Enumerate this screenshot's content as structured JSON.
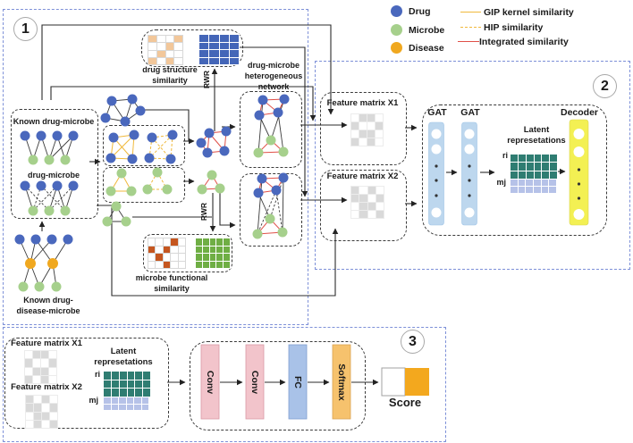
{
  "legend": {
    "nodes": [
      {
        "label": "Drug",
        "color": "#4a68bd"
      },
      {
        "label": "Microbe",
        "color": "#a6d08c"
      },
      {
        "label": "Disease",
        "color": "#f0a81f"
      }
    ],
    "edges": [
      {
        "label": "GIP kernel similarity",
        "color": "#f0b93c",
        "style": "solid"
      },
      {
        "label": "HIP similarity",
        "color": "#f0b93c",
        "style": "dashed"
      },
      {
        "label": "Integrated similarity",
        "color": "#e05048",
        "style": "solid"
      }
    ]
  },
  "sections": {
    "s1": "1",
    "s2": "2",
    "s3": "3"
  },
  "section1": {
    "known_drug_microbe": "Known drug-microbe",
    "drug_microbe": "drug-microbe",
    "kddm_line1": "Known drug-",
    "kddm_line2": "disease-microbe",
    "dss_line1": "drug structure",
    "dss_line2": "similarity",
    "hetnet_line1": "drug-microbe",
    "hetnet_line2": "heterogeneous",
    "hetnet_line3": "network",
    "mfs_line1": "microbe functional",
    "mfs_line2": "similarity",
    "rwr_top": "RWR",
    "rwr_bottom": "RWR"
  },
  "section2": {
    "feature_matrix_x1": "Feature matrix X1",
    "feature_matrix_x2": "Feature matrix X2",
    "gat1": "GAT",
    "gat2": "GAT",
    "latent_line1": "Latent",
    "latent_line2": "represetations",
    "ri": "ri",
    "mj": "mj",
    "decoder": "Decoder"
  },
  "section3": {
    "feature_matrix_x1": "Feature matrix X1",
    "feature_matrix_x2": "Feature matrix X2",
    "latent_line1": "Latent",
    "latent_line2": "represetations",
    "ri": "ri",
    "mj": "mj",
    "conv1": "Conv",
    "conv2": "Conv",
    "fc": "FC",
    "softmax": "Softmax",
    "score": "Score"
  },
  "colors": {
    "drug_node": "#4a68bd",
    "microbe_node": "#a6d08c",
    "disease_node": "#f0a81f",
    "gip_edge": "#f0b93c",
    "integrated_edge": "#e05048",
    "section_border": "#7d90d8",
    "gat_bar": "#bdd7ee",
    "decoder_bar": "#f3f053",
    "conv_bar": "#f2c4cb",
    "fc_bar": "#a9c2e8",
    "softmax_bar": "#f6c26d",
    "score_fill": "#f3a81e",
    "latent_ri": "#2f7d72",
    "latent_mj": "#b6c2e8",
    "feature_cell": "#d9d9d9",
    "structure_cell": "#f2c79a",
    "functional_cell": "#c5561f",
    "drug_rwr_matrix": "#4466b8",
    "microbe_rwr_matrix": "#6fae44"
  },
  "matrices": {
    "drug_structure": {
      "rows": 4,
      "cols": 4,
      "on": "#f2c79a",
      "off": "#ffffff",
      "line": "#d8d8d8",
      "pattern": [
        [
          1,
          0,
          0,
          1
        ],
        [
          0,
          0,
          1,
          0
        ],
        [
          0,
          1,
          0,
          0
        ],
        [
          1,
          0,
          1,
          0
        ]
      ]
    },
    "drug_rwr": {
      "rows": 4,
      "cols": 4,
      "on": "#4466b8",
      "off": "#4466b8",
      "line": "#ffffff"
    },
    "microbe_functional": {
      "rows": 4,
      "cols": 5,
      "on": "#c5561f",
      "off": "#ffffff",
      "line": "#d8d8d8",
      "pattern": [
        [
          0,
          0,
          0,
          1,
          0
        ],
        [
          1,
          0,
          1,
          0,
          0
        ],
        [
          0,
          1,
          0,
          0,
          0
        ],
        [
          0,
          0,
          1,
          0,
          0
        ]
      ]
    },
    "microbe_rwr": {
      "rows": 4,
      "cols": 5,
      "on": "#6fae44",
      "off": "#6fae44",
      "line": "#ffffff"
    },
    "feature_x1": {
      "rows": 4,
      "cols": 4,
      "on": "#d9d9d9",
      "off": "#ffffff",
      "line": "#ececec",
      "pattern": [
        [
          0,
          1,
          1,
          0
        ],
        [
          1,
          0,
          0,
          1
        ],
        [
          0,
          1,
          1,
          0
        ],
        [
          1,
          0,
          1,
          0
        ]
      ]
    },
    "feature_x2": {
      "rows": 4,
      "cols": 4,
      "on": "#d9d9d9",
      "off": "#ffffff",
      "line": "#ececec",
      "pattern": [
        [
          1,
          0,
          1,
          0
        ],
        [
          1,
          1,
          0,
          1
        ],
        [
          0,
          1,
          1,
          0
        ],
        [
          0,
          1,
          0,
          1
        ]
      ]
    },
    "latent_ri": {
      "rows": 3,
      "cols": 6,
      "on": "#2f7d72",
      "off": "#2f7d72",
      "line": "#ffffff"
    },
    "latent_mj": {
      "rows": 2,
      "cols": 6,
      "on": "#b6c2e8",
      "off": "#b6c2e8",
      "line": "#ffffff"
    }
  }
}
